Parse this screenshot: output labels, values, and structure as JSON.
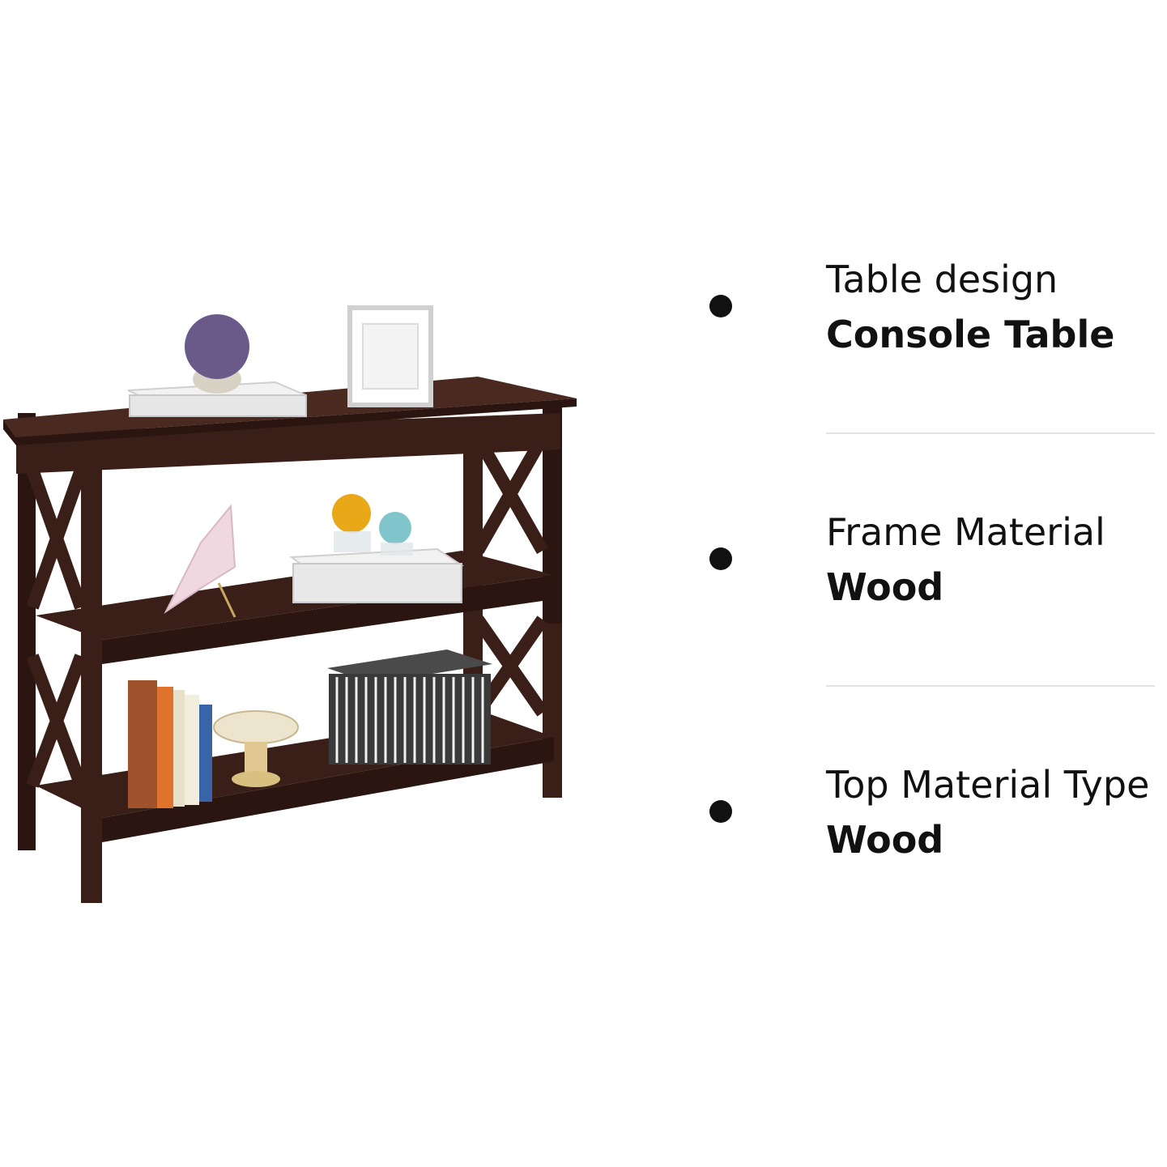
{
  "specs": [
    {
      "label": "Table design",
      "value": "Console Table"
    },
    {
      "label": "Frame Material",
      "value": "Wood"
    },
    {
      "label": "Top Material Type",
      "value": "Wood"
    }
  ],
  "colors": {
    "wood": "#3a1f18",
    "wood_dark": "#2a1510",
    "wood_light": "#4a2a20",
    "text": "#111111",
    "divider": "#e2e2e2"
  },
  "icons": [
    "bullet-dot-icon"
  ]
}
